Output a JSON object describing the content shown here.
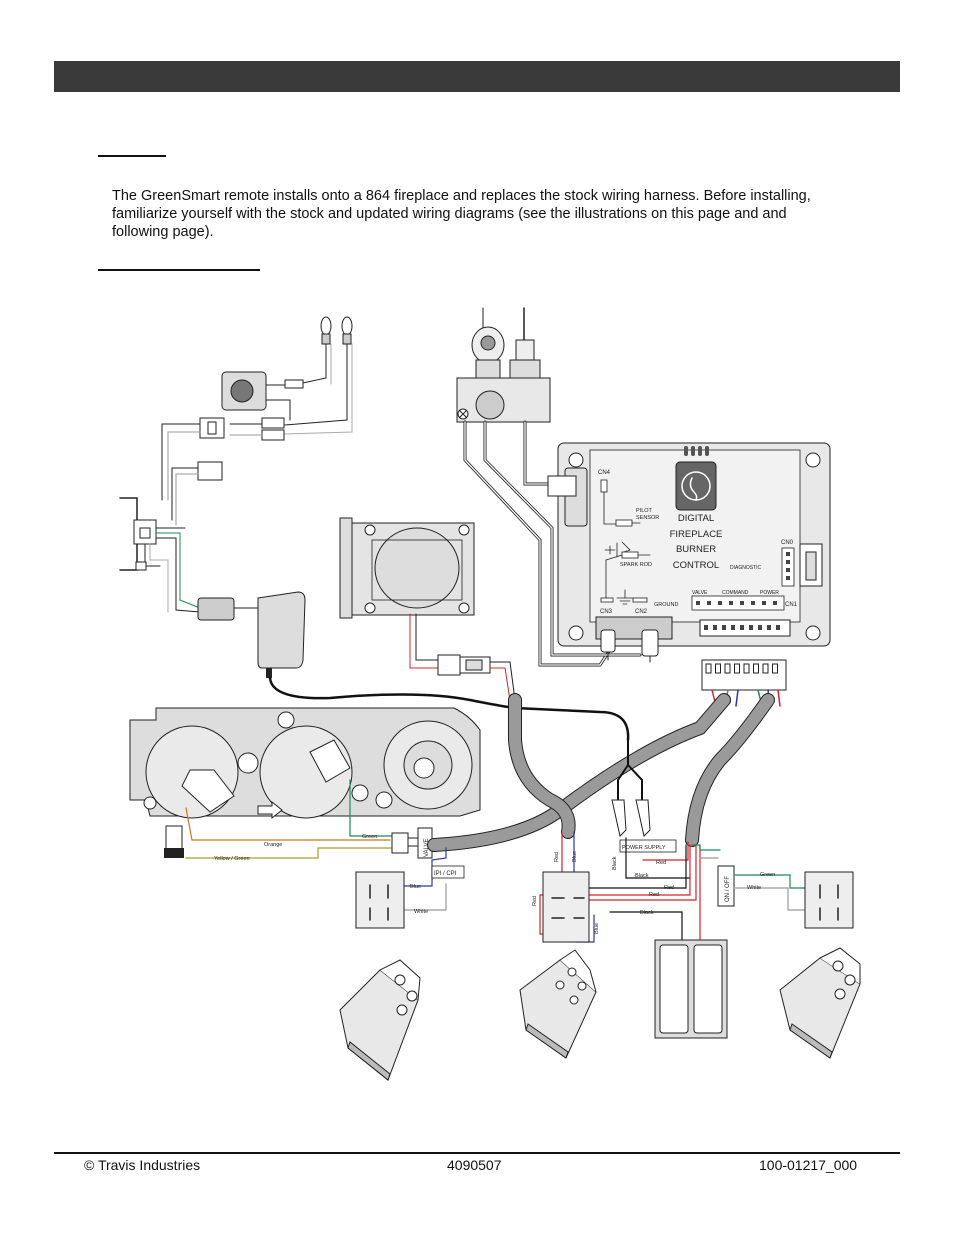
{
  "intro_text": "The GreenSmart remote installs onto a 864 fireplace and replaces the stock wiring harness.  Before installing, familiarize yourself with the stock and updated wiring diagrams (see the illustrations on this page and and following page).",
  "footer": {
    "left": "© Travis Industries",
    "center": "4090507",
    "right": "100-01217_000"
  },
  "diagram": {
    "control_title": [
      "DIGITAL",
      "FIREPLACE",
      "BURNER",
      "CONTROL"
    ],
    "labels": {
      "cn4": "CN4",
      "pilot_sensor_1": "PILOT",
      "pilot_sensor_2": "SENSOR",
      "spark_rod": "SPARK ROD",
      "ground": "GROUND",
      "cn3": "CN3",
      "cn2": "CN2",
      "cn0": "CN0",
      "cn1": "CN1",
      "diagnostic": "DIAGNOSTIC",
      "valve": "VALVE",
      "command": "COMMAND",
      "power": "POWER",
      "power_supply": "POWER SUPPLY",
      "valve_box": "VALVE",
      "ipi_cpi": "IPI / CPI",
      "on_off": "ON / OFF"
    },
    "wire_labels": {
      "orange": "Orange",
      "yellow_green": "Yellow / Green",
      "green_left": "Green",
      "blue_left": "Blue",
      "white_left": "White",
      "red_a": "Red",
      "blue_a": "Blue",
      "black_a": "Black",
      "red_b": "Red",
      "red_c": "Red",
      "black_b": "Black",
      "red_d": "Red",
      "black_c": "Black",
      "red_e": "Red",
      "blue_b": "Blue",
      "green_right": "Green",
      "white_right": "White"
    },
    "colors": {
      "red": "#d8232a",
      "blue": "#2b3a9e",
      "green": "#1a8a5a",
      "orange": "#c8781e",
      "yellowgreen": "#a8a020",
      "grey": "#9a9a9a",
      "board": "#e8e8e8"
    }
  }
}
